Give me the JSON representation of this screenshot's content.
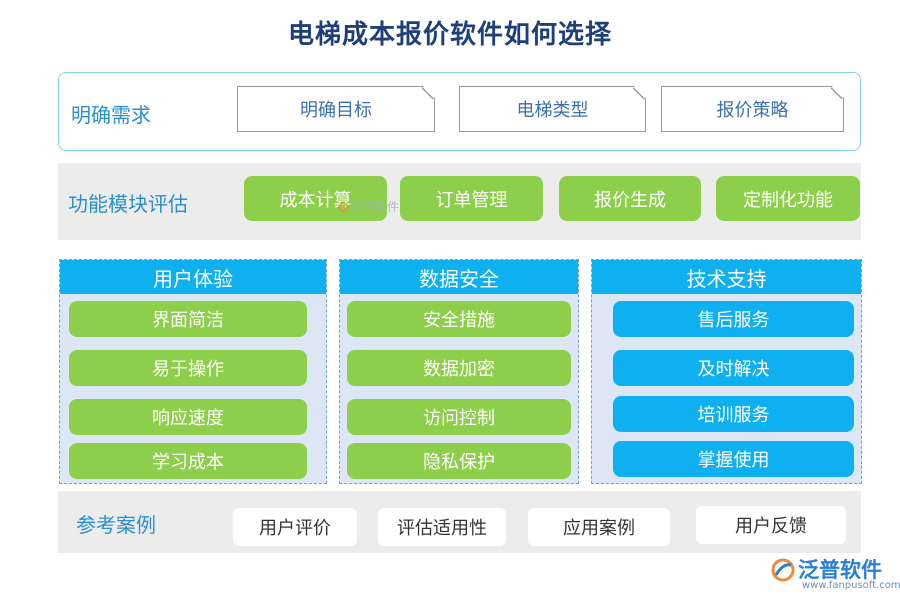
{
  "title": "电梯成本报价软件如何选择",
  "requirements": {
    "label": "明确需求",
    "items": [
      "明确目标",
      "电梯类型",
      "报价策略"
    ]
  },
  "modules": {
    "label": "功能模块评估",
    "items": [
      "成本计算",
      "订单管理",
      "报价生成",
      "定制化功能"
    ]
  },
  "panels": [
    {
      "header": "用户体验",
      "items": [
        "界面简洁",
        "易于操作",
        "响应速度",
        "学习成本"
      ]
    },
    {
      "header": "数据安全",
      "items": [
        "安全措施",
        "数据加密",
        "访问控制",
        "隐私保护"
      ]
    },
    {
      "header": "技术支持",
      "items": [
        "售后服务",
        "及时解决",
        "培训服务",
        "掌握使用"
      ]
    }
  ],
  "cases": {
    "label": "参考案例",
    "items": [
      "用户评价",
      "评估适用性",
      "应用案例",
      "用户反馈"
    ]
  },
  "watermark": "泛普软件",
  "logo": {
    "name": "泛普软件",
    "url": "www.fanpusoft.com"
  },
  "colors": {
    "green": "#8dcf4a",
    "blue": "#0fb0f0",
    "title": "#1f3f7a",
    "label": "#2a8fd0"
  }
}
